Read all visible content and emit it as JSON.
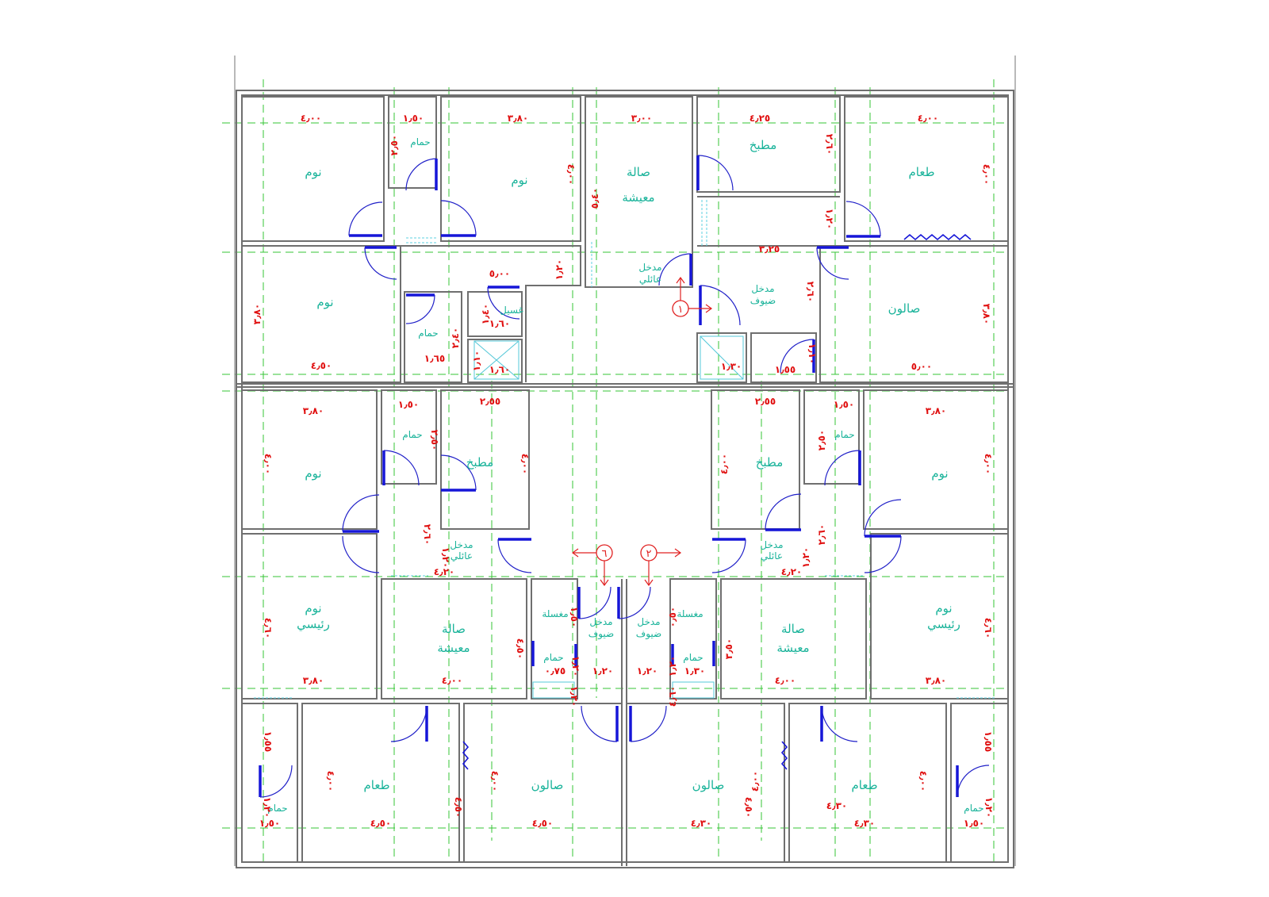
{
  "rooms": [
    {
      "id": "r1",
      "label": "نوم"
    },
    {
      "id": "r2",
      "label": "حمام"
    },
    {
      "id": "r3",
      "label": "نوم"
    },
    {
      "id": "r4",
      "label": "صالة"
    },
    {
      "id": "r4b",
      "label": "معيشة"
    },
    {
      "id": "r5",
      "label": "مطبخ"
    },
    {
      "id": "r6",
      "label": "طعام"
    },
    {
      "id": "r7",
      "label": "نوم"
    },
    {
      "id": "r8",
      "label": "حمام"
    },
    {
      "id": "r9",
      "label": "غسيل"
    },
    {
      "id": "r10",
      "label": "مدخل"
    },
    {
      "id": "r10b",
      "label": "عائلي"
    },
    {
      "id": "r11",
      "label": "مدخل"
    },
    {
      "id": "r11b",
      "label": "ضيوف"
    },
    {
      "id": "r12",
      "label": "صالون"
    },
    {
      "id": "r13",
      "label": "نوم"
    },
    {
      "id": "r14",
      "label": "حمام"
    },
    {
      "id": "r15",
      "label": "مطبخ"
    },
    {
      "id": "r16",
      "label": "مطبخ"
    },
    {
      "id": "r17",
      "label": "حمام"
    },
    {
      "id": "r18",
      "label": "نوم"
    },
    {
      "id": "r19",
      "label": "مدخل"
    },
    {
      "id": "r19b",
      "label": "عائلي"
    },
    {
      "id": "r20",
      "label": "مدخل"
    },
    {
      "id": "r20b",
      "label": "عائلي"
    },
    {
      "id": "r21",
      "label": "نوم"
    },
    {
      "id": "r21b",
      "label": "رئيسي"
    },
    {
      "id": "r22",
      "label": "صالة"
    },
    {
      "id": "r22b",
      "label": "معيشة"
    },
    {
      "id": "r23",
      "label": "مغسلة"
    },
    {
      "id": "r24",
      "label": "مدخل"
    },
    {
      "id": "r24b",
      "label": "ضيوف"
    },
    {
      "id": "r25",
      "label": "مدخل"
    },
    {
      "id": "r25b",
      "label": "ضيوف"
    },
    {
      "id": "r26",
      "label": "مغسلة"
    },
    {
      "id": "r27",
      "label": "حمام"
    },
    {
      "id": "r28",
      "label": "حمام"
    },
    {
      "id": "r29",
      "label": "صالة"
    },
    {
      "id": "r29b",
      "label": "معيشة"
    },
    {
      "id": "r30",
      "label": "نوم"
    },
    {
      "id": "r30b",
      "label": "رئيسي"
    },
    {
      "id": "r31",
      "label": "حمام"
    },
    {
      "id": "r32",
      "label": "طعام"
    },
    {
      "id": "r33",
      "label": "صالون"
    },
    {
      "id": "r34",
      "label": "صالون"
    },
    {
      "id": "r35",
      "label": "طعام"
    },
    {
      "id": "r36",
      "label": "حمام"
    }
  ],
  "dimensions": [
    "٤٫٠٠",
    "١٫٥٠",
    "٢٫٥٠",
    "٣٫٨٠",
    "٤٫٠٠",
    "٣٫٠٠",
    "٥٫٤٠",
    "٤٫٢٥",
    "٢٫٦٠",
    "٤٫٠٠",
    "٤٫٠٠",
    "١٫٢٠",
    "١٫٢٠",
    "٥٫٠٠",
    "٣٫٢٥",
    "٢٫٦٠",
    "٣٫٨٠",
    "٤٫٥٠",
    "٢٫٤٠",
    "١٫٦٥",
    "١٫٦٠",
    "١٫٤٠",
    "١٫٦٠",
    "١٫١٠",
    "١٫٣٠",
    "١٫٥٥",
    "١٫١٠",
    "٥٫٠٠",
    "٣٫٨٠",
    "٣٫٨٠",
    "١٫٥٠",
    "٢٫٥٠",
    "٢٫٥٥",
    "٤٫٠٠",
    "٤٫٠٠",
    "٢٫٥٥",
    "١٫٥٠",
    "٢٫٥٠",
    "٣٫٨٠",
    "٤٫٠٠",
    "٤٫٠٠",
    "٢٫٦٠",
    "١٫٢٠",
    "١٫٢٠",
    "٢٫٦٠",
    "٤٫٢٠",
    "٤٫٢٠",
    "٤٫٦٠",
    "٣٫٨٠",
    "٤٫٥٠",
    "٤٫٠٠",
    "١٫٥٠",
    "١٫٢٠",
    "٠٫٧٥",
    "١٫٢٠",
    "١٫٢٠",
    "١٫٣٠",
    "١٫٢٠",
    "٠٫٥٠",
    "٤٫٦٠",
    "٤٫٠٠",
    "٣٫٥٠",
    "١٫٣٠",
    "٣٫٨٠",
    "٤٫٦٠",
    "١٫٥٥",
    "٤٫٠٠",
    "٤٫٠٠",
    "٤٫٥٠",
    "٤٫٠٠",
    "٤٫٥٠",
    "٤٫٣٠",
    "٤٫٠٠",
    "١٫٥٥",
    "١٫٢٠",
    "١٫٥٠",
    "٤٫٣٠",
    "٤٫٥٠",
    "٤٫٥٠",
    "٤٫٣٠",
    "١٫٢٠",
    "١٫٥٠"
  ],
  "markers": [
    {
      "id": "m1",
      "label": "١"
    },
    {
      "id": "m2",
      "label": "٢"
    },
    {
      "id": "m3",
      "label": "٦"
    }
  ]
}
